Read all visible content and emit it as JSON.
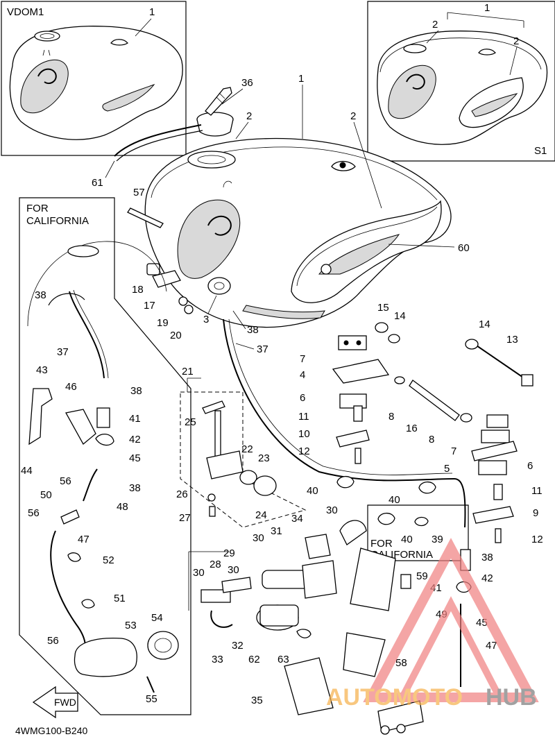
{
  "model_boxes": {
    "top_left": "VDOM1",
    "top_right": "S1"
  },
  "california_labels": {
    "left_line1": "FOR",
    "left_line2": "CALIFORNIA",
    "right_line1": "FOR",
    "right_line2": "CALIFORNIA"
  },
  "arrow_label": "FWD",
  "diagram_code": "4WMG100-B240",
  "watermark": {
    "part1": "AUTOMOTO",
    "part2": "HUB"
  },
  "callouts": {
    "c1a": "1",
    "c1b": "1",
    "c1c": "1",
    "c2a": "2",
    "c2b": "2",
    "c2c": "2",
    "c2d": "2",
    "c3": "3",
    "c4": "4",
    "c5": "5",
    "c6a": "6",
    "c6b": "6",
    "c7a": "7",
    "c7b": "7",
    "c8a": "8",
    "c8b": "8",
    "c9": "9",
    "c10": "10",
    "c11a": "11",
    "c11b": "11",
    "c12a": "12",
    "c12b": "12",
    "c13": "13",
    "c14a": "14",
    "c14b": "14",
    "c15": "15",
    "c16": "16",
    "c17": "17",
    "c18": "18",
    "c19": "19",
    "c20": "20",
    "c21": "21",
    "c22": "22",
    "c23": "23",
    "c24": "24",
    "c25": "25",
    "c26": "26",
    "c27": "27",
    "c28": "28",
    "c29": "29",
    "c30a": "30",
    "c30b": "30",
    "c30c": "30",
    "c30d": "30",
    "c31": "31",
    "c32": "32",
    "c33": "33",
    "c34": "34",
    "c35": "35",
    "c36": "36",
    "c37a": "37",
    "c37b": "37",
    "c38a": "38",
    "c38b": "38",
    "c38c": "38",
    "c38d": "38",
    "c38e": "38",
    "c39": "39",
    "c40a": "40",
    "c40b": "40",
    "c40c": "40",
    "c41a": "41",
    "c41b": "41",
    "c42a": "42",
    "c42b": "42",
    "c43": "43",
    "c44": "44",
    "c45a": "45",
    "c45b": "45",
    "c46": "46",
    "c47a": "47",
    "c47b": "47",
    "c48": "48",
    "c49": "49",
    "c50": "50",
    "c51": "51",
    "c52": "52",
    "c53": "53",
    "c54": "54",
    "c55": "55",
    "c56a": "56",
    "c56b": "56",
    "c56c": "56",
    "c57": "57",
    "c58": "58",
    "c59": "59",
    "c60": "60",
    "c61": "61",
    "c62": "62",
    "c63": "63"
  }
}
